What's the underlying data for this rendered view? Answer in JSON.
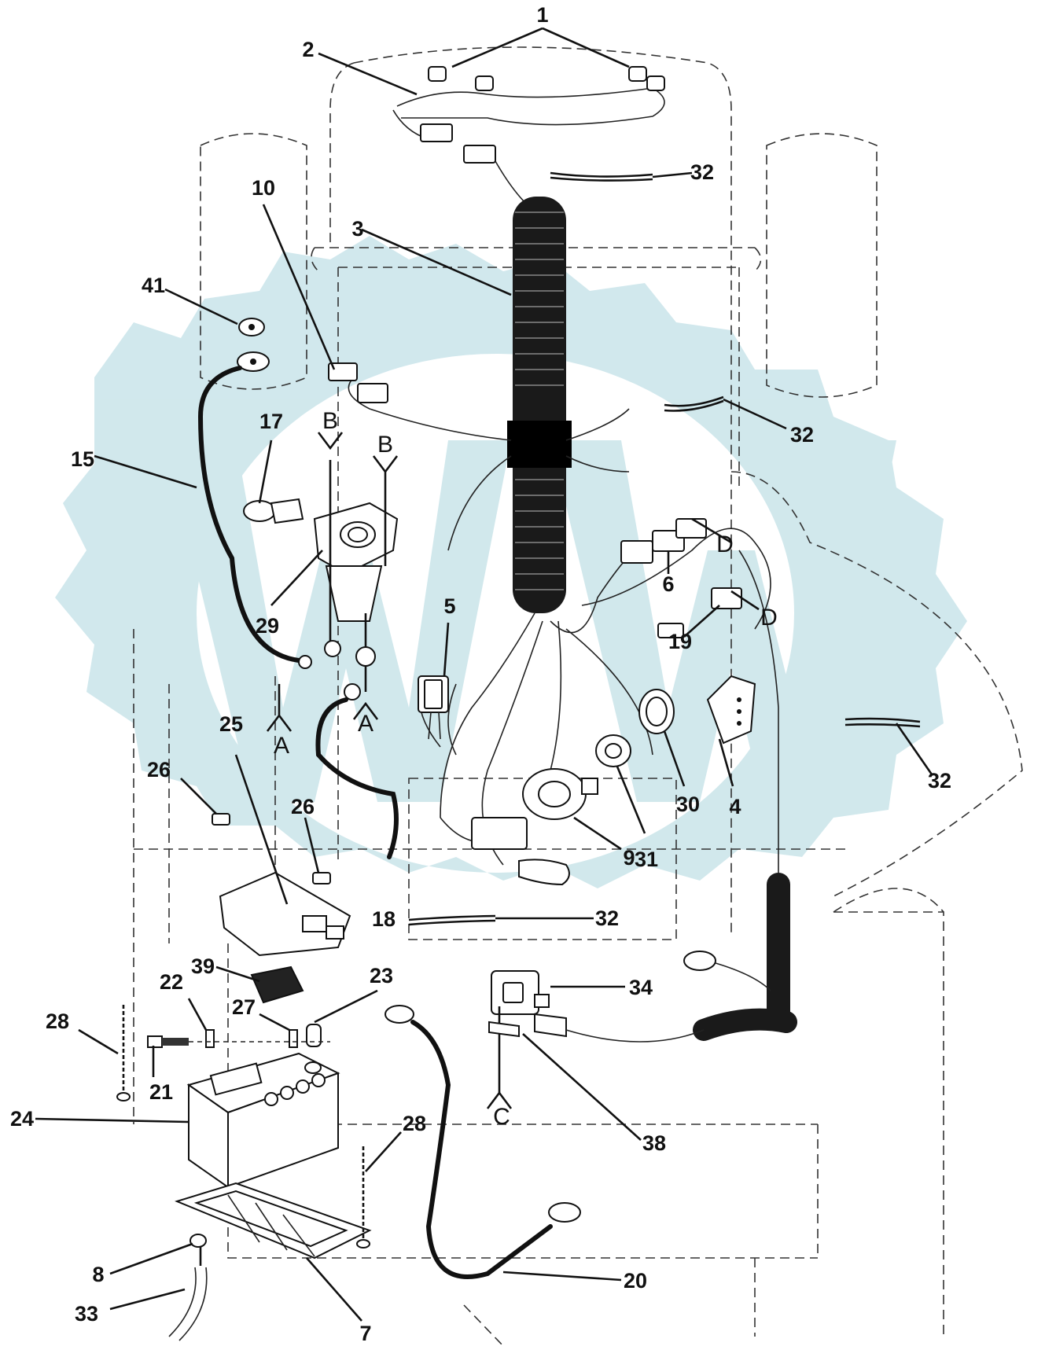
{
  "callouts": [
    {
      "id": "c1",
      "text": "1"
    },
    {
      "id": "c2",
      "text": "2"
    },
    {
      "id": "c3",
      "text": "3"
    },
    {
      "id": "c4",
      "text": "4"
    },
    {
      "id": "c5",
      "text": "5"
    },
    {
      "id": "c6",
      "text": "6"
    },
    {
      "id": "c7",
      "text": "7"
    },
    {
      "id": "c8",
      "text": "8"
    },
    {
      "id": "c9",
      "text": "9"
    },
    {
      "id": "c10",
      "text": "10"
    },
    {
      "id": "c15",
      "text": "15"
    },
    {
      "id": "c17",
      "text": "17"
    },
    {
      "id": "c18",
      "text": "18"
    },
    {
      "id": "c19",
      "text": "19"
    },
    {
      "id": "c20",
      "text": "20"
    },
    {
      "id": "c21",
      "text": "21"
    },
    {
      "id": "c22",
      "text": "22"
    },
    {
      "id": "c23",
      "text": "23"
    },
    {
      "id": "c24",
      "text": "24"
    },
    {
      "id": "c25",
      "text": "25"
    },
    {
      "id": "c26a",
      "text": "26"
    },
    {
      "id": "c26b",
      "text": "26"
    },
    {
      "id": "c27",
      "text": "27"
    },
    {
      "id": "c28a",
      "text": "28"
    },
    {
      "id": "c28b",
      "text": "28"
    },
    {
      "id": "c29",
      "text": "29"
    },
    {
      "id": "c30",
      "text": "30"
    },
    {
      "id": "c31",
      "text": "31"
    },
    {
      "id": "c32a",
      "text": "32"
    },
    {
      "id": "c32b",
      "text": "32"
    },
    {
      "id": "c32c",
      "text": "32"
    },
    {
      "id": "c32d",
      "text": "32"
    },
    {
      "id": "c33",
      "text": "33"
    },
    {
      "id": "c34",
      "text": "34"
    },
    {
      "id": "c38",
      "text": "38"
    },
    {
      "id": "c39",
      "text": "39"
    },
    {
      "id": "c41",
      "text": "41"
    }
  ],
  "connection_refs": [
    {
      "id": "rB1",
      "text": "B"
    },
    {
      "id": "rB2",
      "text": "B"
    },
    {
      "id": "rA1",
      "text": "A"
    },
    {
      "id": "rA2",
      "text": "A"
    },
    {
      "id": "rD1",
      "text": "D"
    },
    {
      "id": "rD2",
      "text": "D"
    },
    {
      "id": "rC",
      "text": "C"
    }
  ],
  "colors": {
    "ink": "#111111",
    "watermark": "#cfe7ec",
    "background": "#ffffff"
  }
}
